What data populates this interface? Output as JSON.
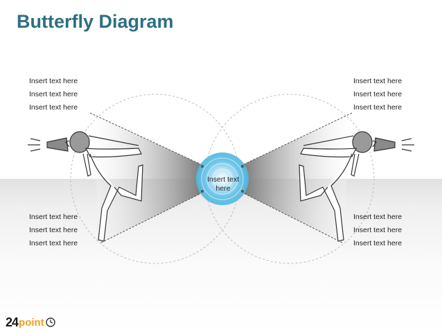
{
  "title": "Butterfly Diagram",
  "center_text": "Insert text here",
  "left_top_items": [
    "Insert text here",
    "Insert text here",
    "Insert text here"
  ],
  "left_bottom_items": [
    "Insert text here",
    "Insert text here",
    "Insert text here"
  ],
  "right_top_items": [
    "Insert text here",
    "Insert text here",
    "Insert text here"
  ],
  "right_bottom_items": [
    "Insert text here",
    "Insert text here",
    "Insert text here"
  ],
  "logo": {
    "number": "24",
    "word": "point"
  },
  "colors": {
    "title": "#2e6e82",
    "center_glow": "#4fb7e0",
    "logo_accent": "#f0a020"
  },
  "icons": {
    "left_figure": "megaphone-person-icon",
    "right_figure": "megaphone-person-icon",
    "logo_clock": "clock-icon"
  }
}
